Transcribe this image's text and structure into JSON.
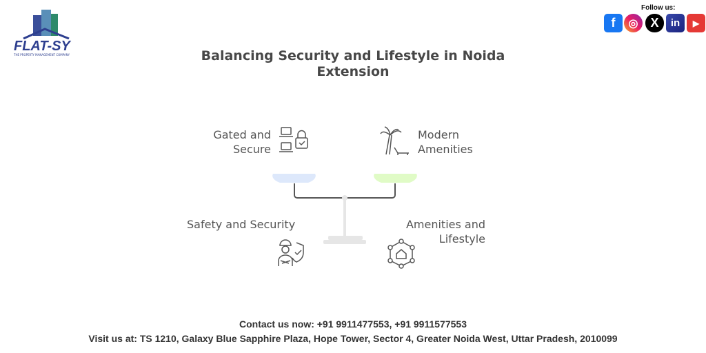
{
  "logo": {
    "text": "FLAT-SY",
    "subtitle": "THE PROPERTY MANAGEMENT COMPANY"
  },
  "social": {
    "label": "Follow us:",
    "icons": [
      "facebook-icon",
      "instagram-icon",
      "x-icon",
      "linkedin-icon",
      "youtube-icon"
    ]
  },
  "title": {
    "line1": "Balancing Security and Lifestyle in Noida",
    "line2": "Extension"
  },
  "diagram": {
    "left_top": {
      "line1": "Gated and",
      "line2": "Secure",
      "color": "#dde8fb"
    },
    "right_top": {
      "line1": "Modern",
      "line2": "Amenities",
      "color": "#e0fbc6"
    },
    "left_bottom": {
      "line1": "Safety and Security"
    },
    "right_bottom": {
      "line1": "Amenities and",
      "line2": "Lifestyle"
    }
  },
  "footer": {
    "contact": "Contact us now: +91 9911477553, +91 9911577553",
    "address": "Visit us at: TS 1210, Galaxy Blue Sapphire Plaza, Hope Tower, Sector 4, Greater Noida West, Uttar Pradesh, 2010099"
  }
}
